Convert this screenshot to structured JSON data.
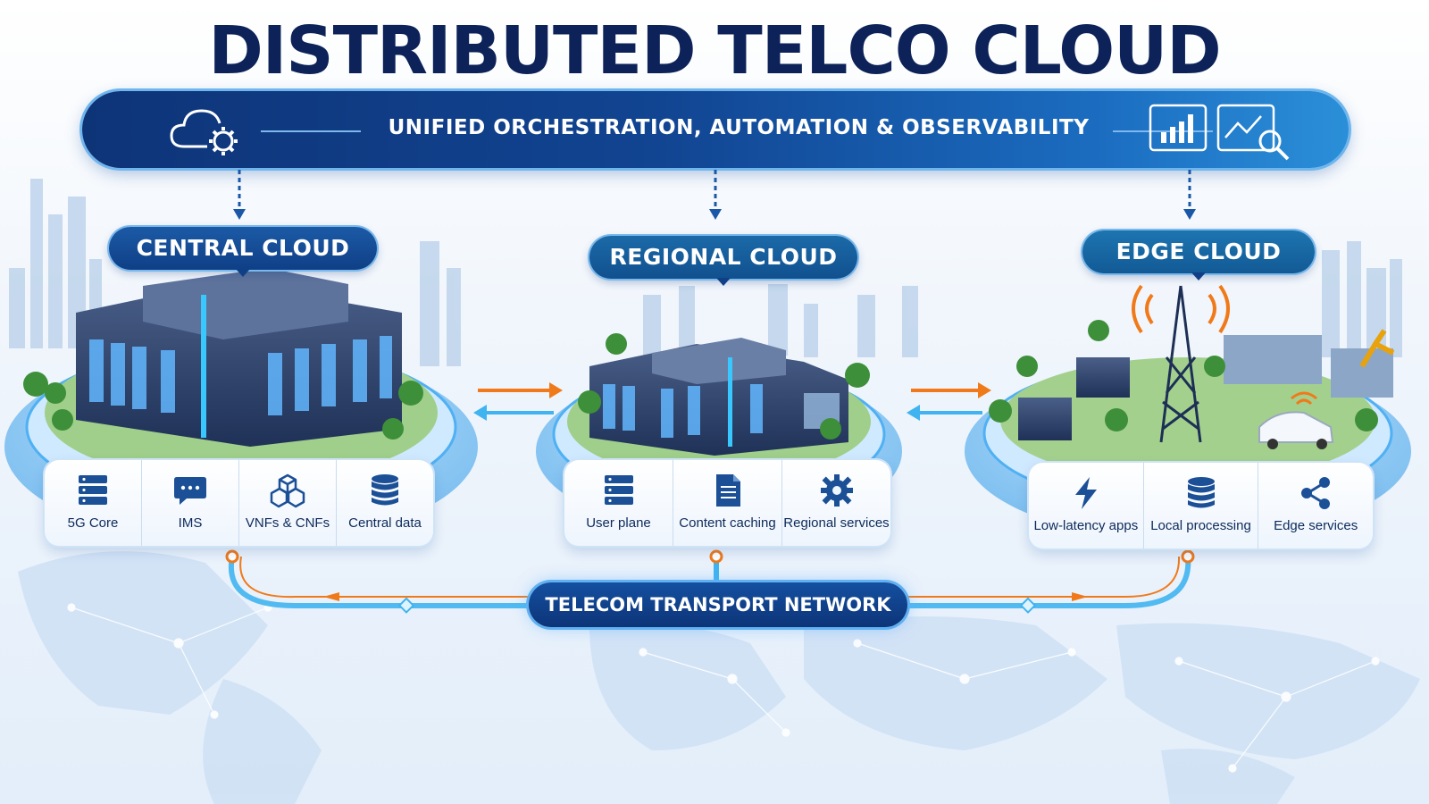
{
  "title": "DISTRIBUTED TELCO CLOUD",
  "orchestration": {
    "label": "UNIFIED ORCHESTRATION, AUTOMATION & OBSERVABILITY",
    "left_icon": "cloud-gear-icon",
    "right_icons": [
      "bar-chart-icon",
      "analytics-search-icon"
    ]
  },
  "tiers": [
    {
      "label": "CENTRAL CLOUD",
      "services": [
        {
          "label": "5G Core",
          "icon": "server-stack-icon"
        },
        {
          "label": "IMS",
          "icon": "chat-bubble-icon"
        },
        {
          "label": "VNFs & CNFs",
          "icon": "cubes-icon"
        },
        {
          "label": "Central data",
          "icon": "database-icon"
        }
      ]
    },
    {
      "label": "REGIONAL CLOUD",
      "services": [
        {
          "label": "User plane",
          "icon": "server-stack-icon"
        },
        {
          "label": "Content caching",
          "icon": "document-icon"
        },
        {
          "label": "Regional services",
          "icon": "gear-icon"
        }
      ]
    },
    {
      "label": "EDGE CLOUD",
      "services": [
        {
          "label": "Low-latency apps",
          "icon": "lightning-icon"
        },
        {
          "label": "Local processing",
          "icon": "database-icon"
        },
        {
          "label": "Edge services",
          "icon": "share-nodes-icon"
        }
      ]
    }
  ],
  "transport": {
    "label": "TELECOM TRANSPORT NETWORK"
  },
  "colors": {
    "title": "#0c2258",
    "banner_dark": "#0e3478",
    "banner_light": "#2b8fd8",
    "accent_orange": "#f07a1a",
    "accent_cyan": "#3fb4f0"
  }
}
